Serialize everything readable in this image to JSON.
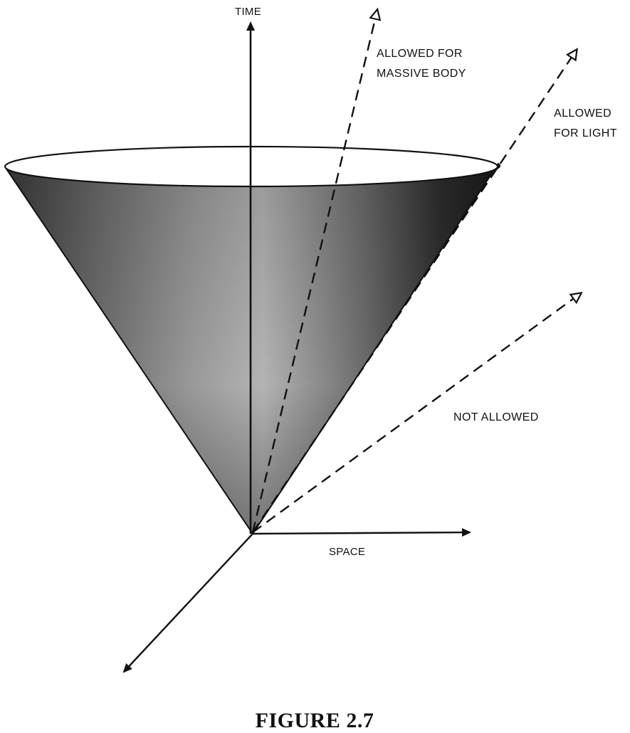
{
  "axes": {
    "time_label": "TIME",
    "space_label": "SPACE"
  },
  "regions": {
    "massive_body_line1": "ALLOWED FOR",
    "massive_body_line2": "MASSIVE BODY",
    "light_line1": "ALLOWED",
    "light_line2": "FOR LIGHT",
    "not_allowed": "NOT ALLOWED"
  },
  "caption": "FIGURE 2.7"
}
